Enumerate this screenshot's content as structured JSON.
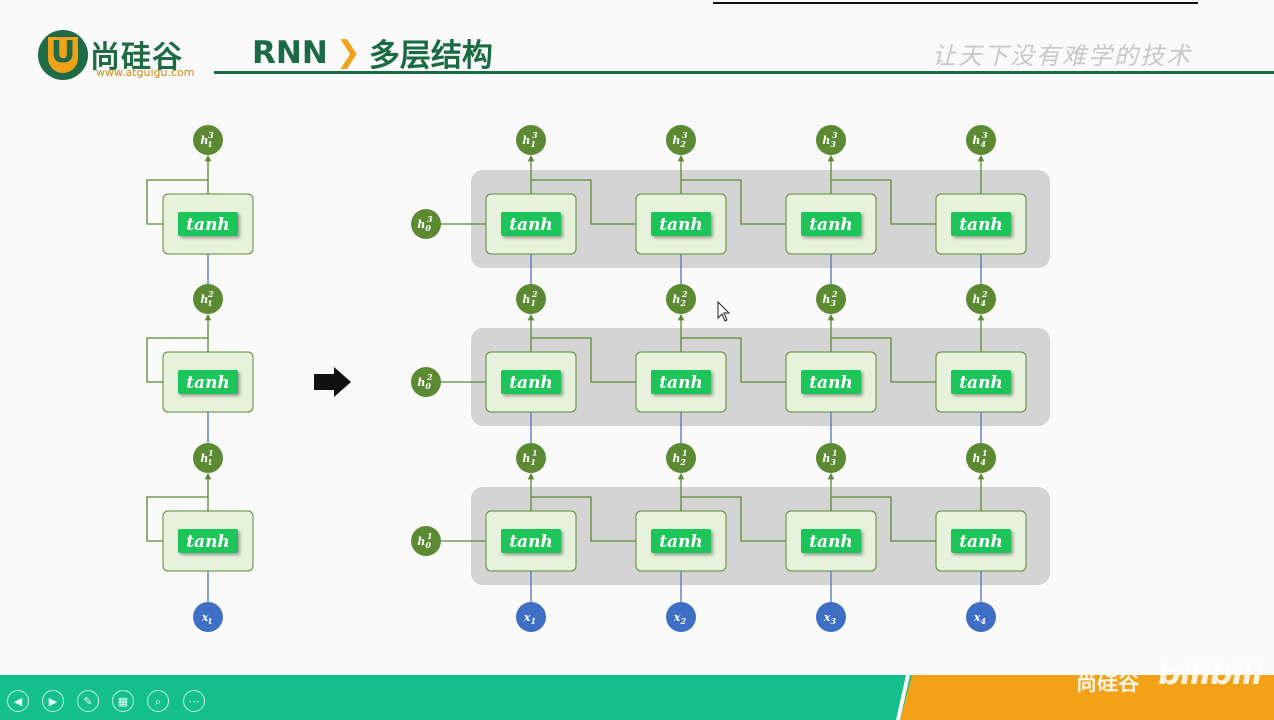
{
  "header": {
    "logo_name": "尚硅谷",
    "logo_url": "www.atguigu.com",
    "title_prefix": "RNN",
    "title_main": "多层结构",
    "slogan": "让天下没有难学的技术"
  },
  "diagram": {
    "cell_label": "tanh",
    "left": {
      "outputs": [
        {
          "base": "h",
          "sup": "3",
          "sub": "t"
        },
        {
          "base": "h",
          "sup": "2",
          "sub": "t"
        },
        {
          "base": "h",
          "sup": "1",
          "sub": "t"
        }
      ],
      "input": {
        "base": "x",
        "sub": "t"
      }
    },
    "right": {
      "outputs": [
        [
          {
            "base": "h",
            "sup": "3",
            "sub": "1"
          },
          {
            "base": "h",
            "sup": "3",
            "sub": "2"
          },
          {
            "base": "h",
            "sup": "3",
            "sub": "3"
          },
          {
            "base": "h",
            "sup": "3",
            "sub": "4"
          }
        ],
        [
          {
            "base": "h",
            "sup": "2",
            "sub": "1"
          },
          {
            "base": "h",
            "sup": "2",
            "sub": "2"
          },
          {
            "base": "h",
            "sup": "2",
            "sub": "3"
          },
          {
            "base": "h",
            "sup": "2",
            "sub": "4"
          }
        ],
        [
          {
            "base": "h",
            "sup": "1",
            "sub": "1"
          },
          {
            "base": "h",
            "sup": "1",
            "sub": "2"
          },
          {
            "base": "h",
            "sup": "1",
            "sub": "3"
          },
          {
            "base": "h",
            "sup": "1",
            "sub": "4"
          }
        ]
      ],
      "initial": [
        {
          "base": "h",
          "sup": "3",
          "sub": "0"
        },
        {
          "base": "h",
          "sup": "2",
          "sub": "0"
        },
        {
          "base": "h",
          "sup": "1",
          "sub": "0"
        }
      ],
      "inputs": [
        {
          "base": "x",
          "sub": "1"
        },
        {
          "base": "x",
          "sub": "2"
        },
        {
          "base": "x",
          "sub": "3"
        },
        {
          "base": "x",
          "sub": "4"
        }
      ]
    },
    "colors": {
      "hidden_node": "#5b8a32",
      "input_node": "#3f6fc5",
      "cell_box": "#e6f2dc",
      "cell_border": "#5b8a32",
      "tanh_fill": "#1fc45a",
      "layer_bg": "#d4d4d4",
      "up_arrow": "#4f73c8",
      "recurrent_arrow": "#5b8a32"
    }
  },
  "footer": {
    "controls": [
      "prev-icon",
      "next-icon",
      "pen-icon",
      "grid-icon",
      "zoom-icon",
      "more-icon"
    ],
    "watermark_text": "尚硅谷",
    "watermark_logo": "bilibili"
  }
}
